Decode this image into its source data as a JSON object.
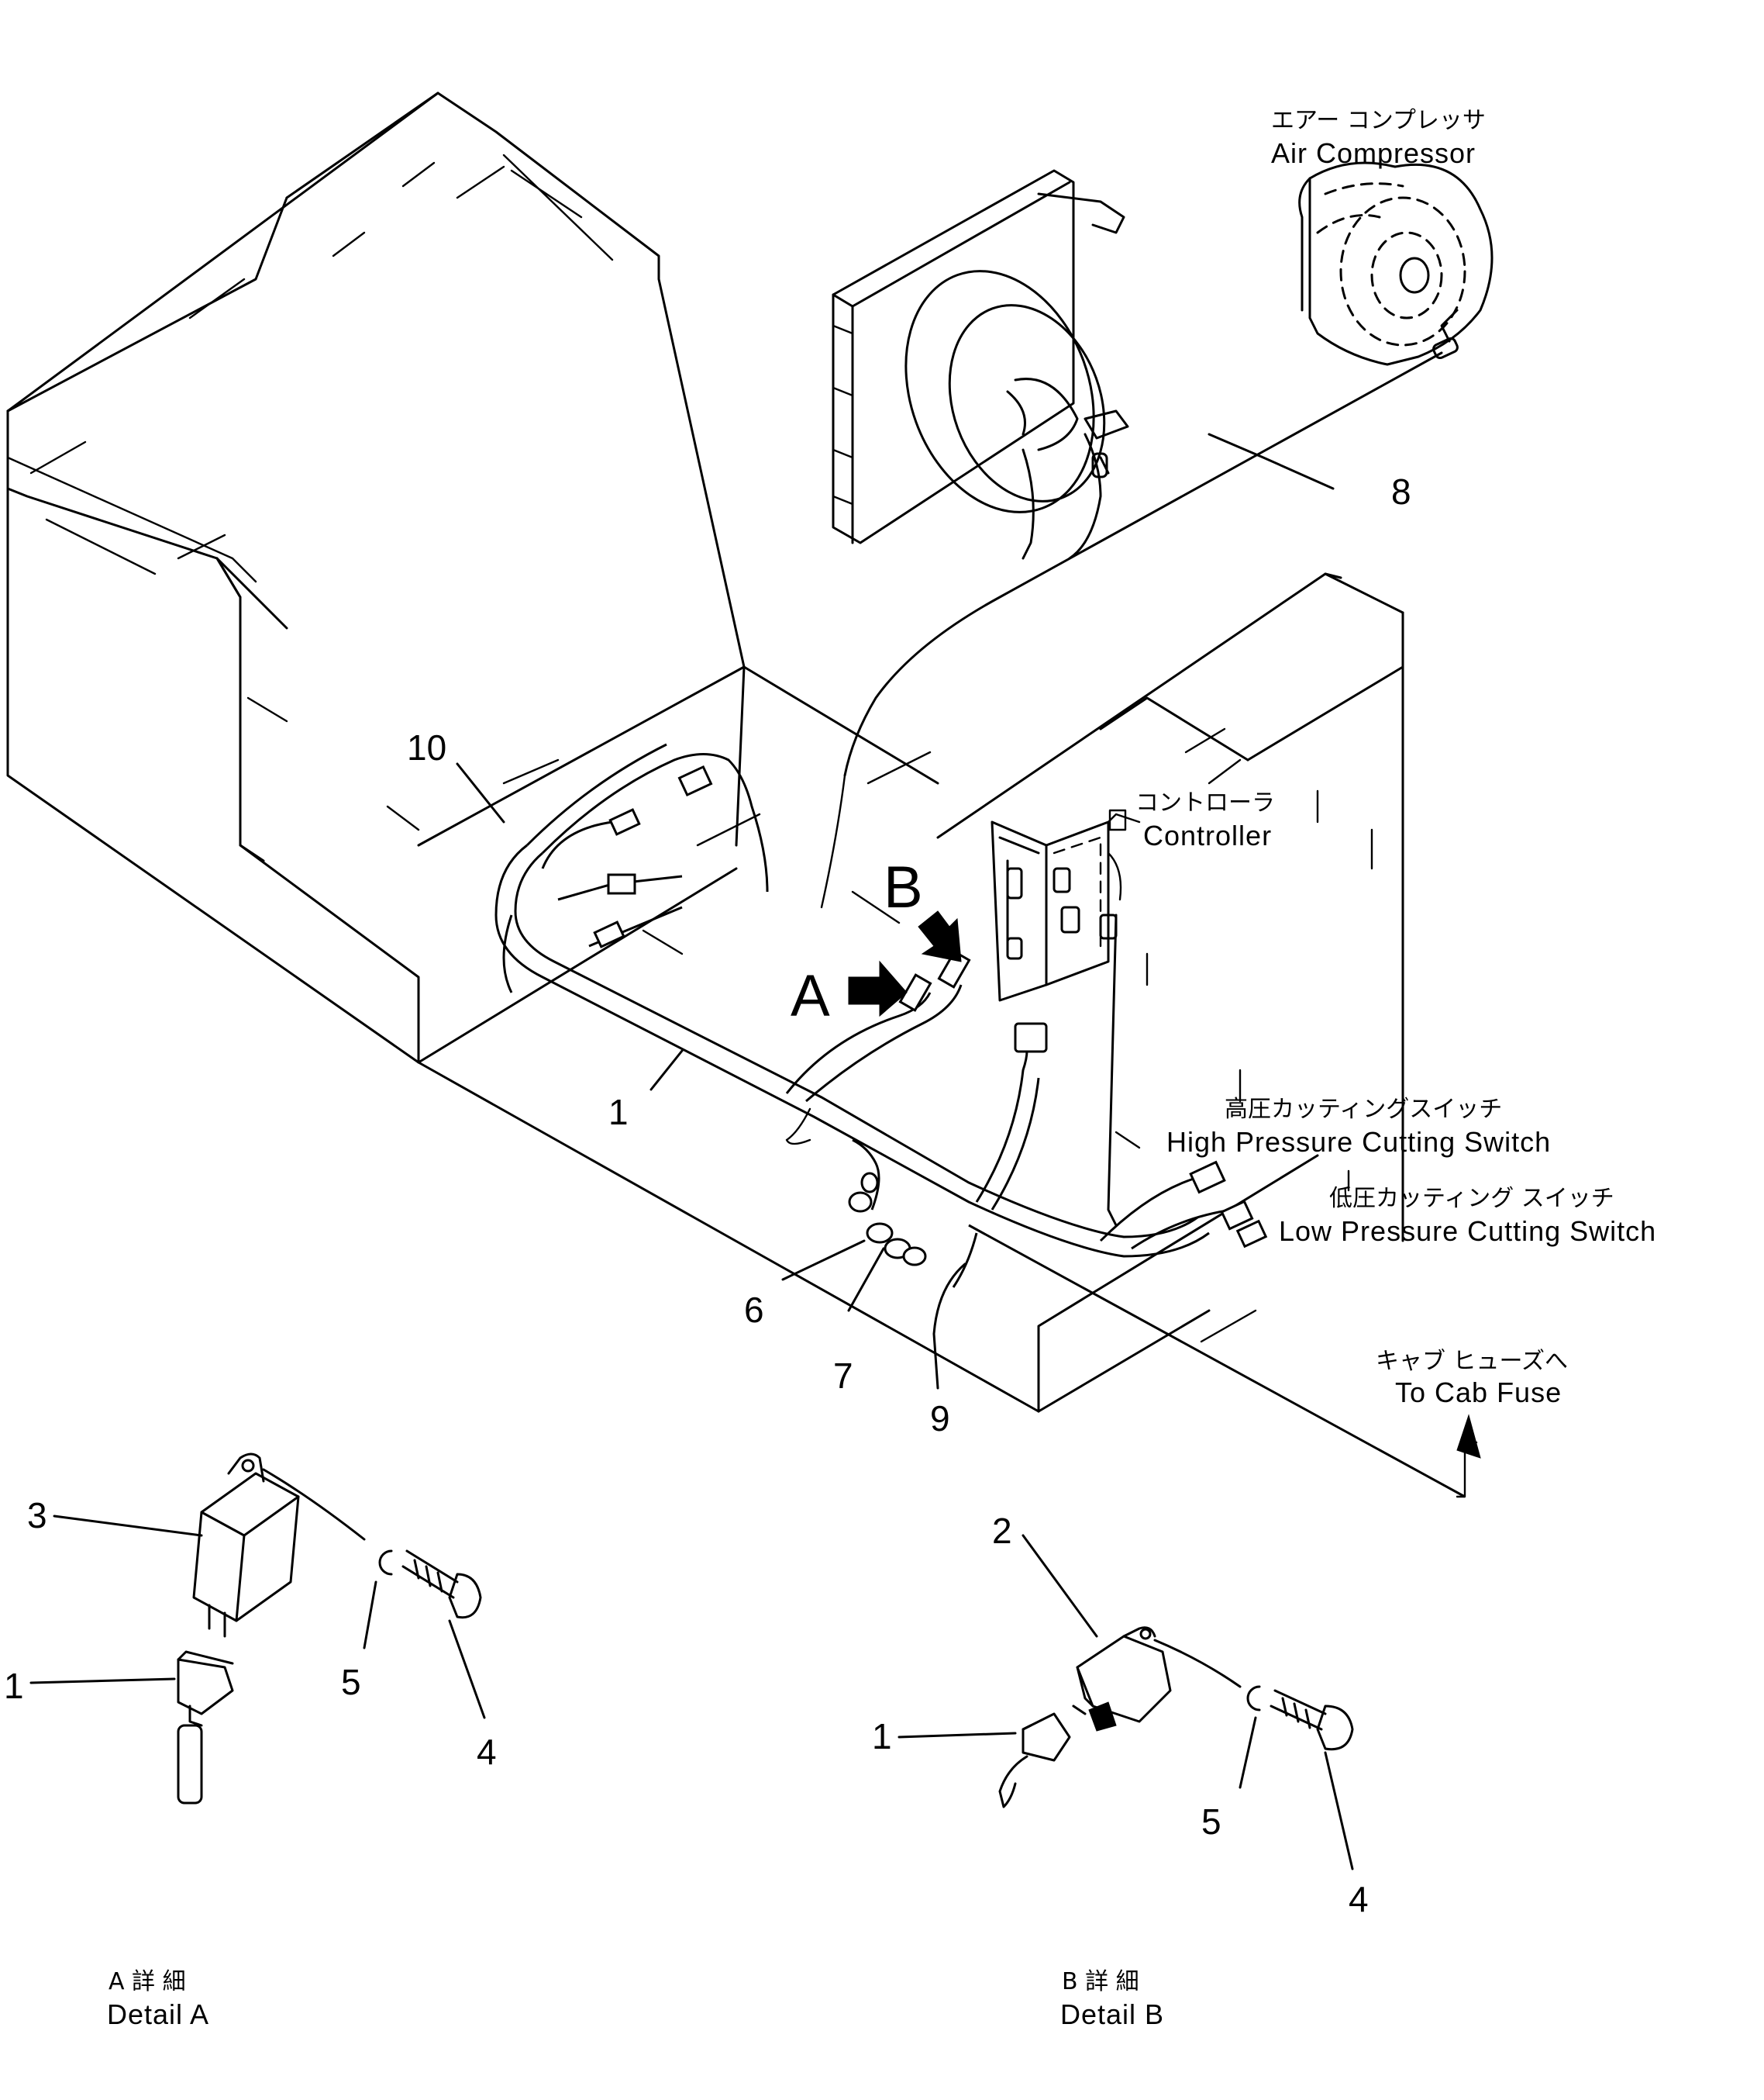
{
  "labels": {
    "air_compressor_jp": "エアー コンプレッサ",
    "air_compressor_en": "Air Compressor",
    "controller_jp": "コントローラ",
    "controller_en": "Controller",
    "high_pressure_jp": "高圧カッティングスイッチ",
    "high_pressure_en": "High Pressure Cutting Switch",
    "low_pressure_jp": "低圧カッティング スイッチ",
    "low_pressure_en": "Low Pressure Cutting Switch",
    "cab_fuse_jp": "キャブ ヒューズへ",
    "cab_fuse_en": "To Cab Fuse",
    "detail_a_marker": "A",
    "detail_b_marker": "B",
    "detail_a_jp": "A 詳 細",
    "detail_a_en": "Detail  A",
    "detail_b_jp": "B 詳 細",
    "detail_b_en": "Detail  B"
  },
  "callouts": {
    "c1": "1",
    "c6": "6",
    "c7": "7",
    "c8": "8",
    "c9": "9",
    "c10": "10",
    "a3": "3",
    "a1": "1",
    "a5": "5",
    "a4": "4",
    "b2": "2",
    "b1": "1",
    "b5": "5",
    "b4": "4"
  }
}
